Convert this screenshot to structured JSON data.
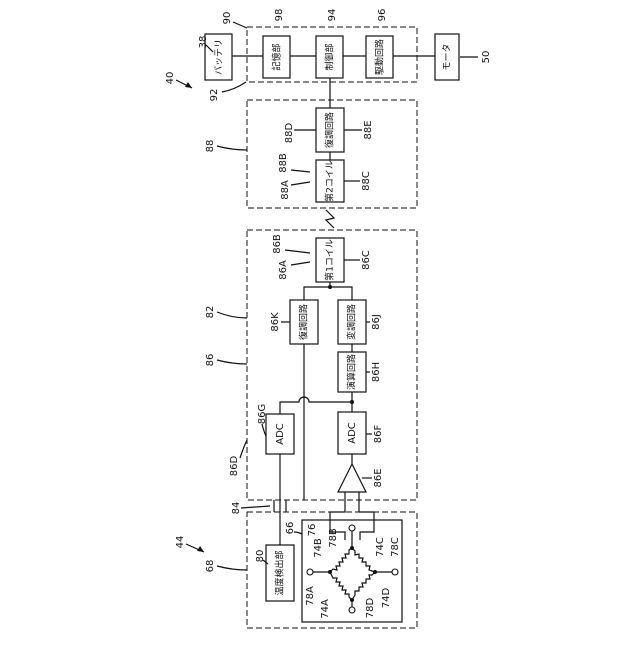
{
  "blocks": {
    "battery": "バッテリ",
    "storage": "記憶部",
    "control": "制御部",
    "drive": "駆動回路",
    "motor": "モータ",
    "demod": "復調回路",
    "coil2": "第2コイル",
    "coil1": "第1コイル",
    "demod1": "復調回路",
    "mod1": "変調回路",
    "calc": "演算回路",
    "adc1": "ADC",
    "adc2": "ADC",
    "temp": "温度検出部"
  },
  "refs": {
    "r90": "90",
    "r98": "98",
    "r94": "94",
    "r96": "96",
    "r38": "38",
    "r92": "92",
    "r50": "50",
    "r40": "40",
    "r88": "88",
    "r88D": "88D",
    "r88E": "88E",
    "r88B": "88B",
    "r88A": "88A",
    "r88C": "88C",
    "r86B": "86B",
    "r86A": "86A",
    "r86C": "86C",
    "r82": "82",
    "r86": "86",
    "r86K": "86K",
    "r86J": "86J",
    "r86H": "86H",
    "r86G": "86G",
    "r86D": "86D",
    "r86F": "86F",
    "r86E": "86E",
    "r84": "84",
    "r44": "44",
    "r68": "68",
    "r66": "66",
    "r80": "80",
    "r76": "76",
    "r74B": "74B",
    "r78B": "78B",
    "r74C": "74C",
    "r78C": "78C",
    "r78A": "78A",
    "r74A": "74A",
    "r78D": "78D",
    "r74D": "74D"
  }
}
